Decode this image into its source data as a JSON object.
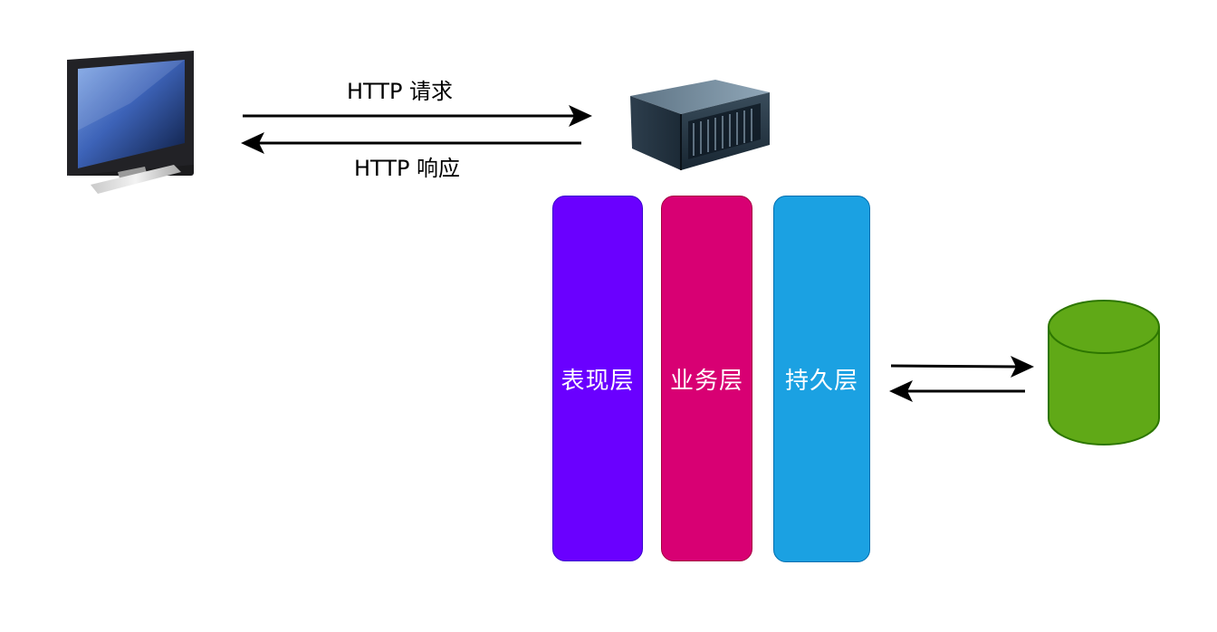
{
  "labels": {
    "http_request": "HTTP 请求",
    "http_response": "HTTP 响应"
  },
  "layers": {
    "presentation": {
      "label": "表现层",
      "fill": "#6a00ff",
      "stroke": "#3700cc"
    },
    "business": {
      "label": "业务层",
      "fill": "#d80073",
      "stroke": "#a50040"
    },
    "persistence": {
      "label": "持久层",
      "fill": "#1ba1e2",
      "stroke": "#006eaf"
    }
  },
  "database": {
    "fill": "#60a917",
    "stroke": "#2d7600"
  },
  "icons": {
    "client": "monitor-icon",
    "server": "server-icon",
    "database": "database-icon"
  }
}
